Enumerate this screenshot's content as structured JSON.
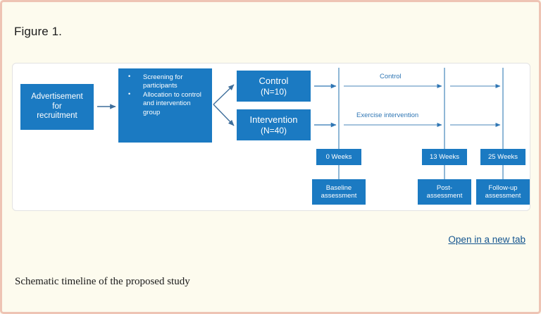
{
  "figure": {
    "heading": "Figure 1.",
    "caption": "Schematic timeline of the proposed study",
    "open_link": "Open in a new tab"
  },
  "colors": {
    "box_blue": "#1b7ac2",
    "line_blue": "#8fb7d6",
    "arrow_blue": "#2f76b4",
    "label_blue": "#2f76b4",
    "link_blue": "#14558f",
    "page_background": "#fdfbee",
    "page_border": "#eec4b4",
    "panel_background": "#ffffff",
    "panel_border": "#e3e3e3"
  },
  "diagram": {
    "advertisement_box": {
      "lines": [
        "Advertisement",
        "for",
        "recruitment"
      ]
    },
    "screening_box": {
      "bullets": [
        "Screening for participants",
        "Allocation to control and intervention group"
      ]
    },
    "group_boxes": [
      {
        "name": "control",
        "title": "Control",
        "n": "(N=10)"
      },
      {
        "name": "intervention",
        "title": "Intervention",
        "n": "(N=40)"
      }
    ],
    "arm_labels": [
      {
        "name": "control-arm",
        "label": "Control"
      },
      {
        "name": "intervention-arm",
        "label": "Exercise intervention"
      }
    ],
    "timepoints": [
      {
        "week_label": "0 Weeks",
        "assessment_lines": [
          "Baseline",
          "assessment"
        ]
      },
      {
        "week_label": "13 Weeks",
        "assessment_lines": [
          "Post-",
          "assessment"
        ]
      },
      {
        "week_label": "25 Weeks",
        "assessment_lines": [
          "Follow-up",
          "assessment"
        ]
      }
    ]
  }
}
